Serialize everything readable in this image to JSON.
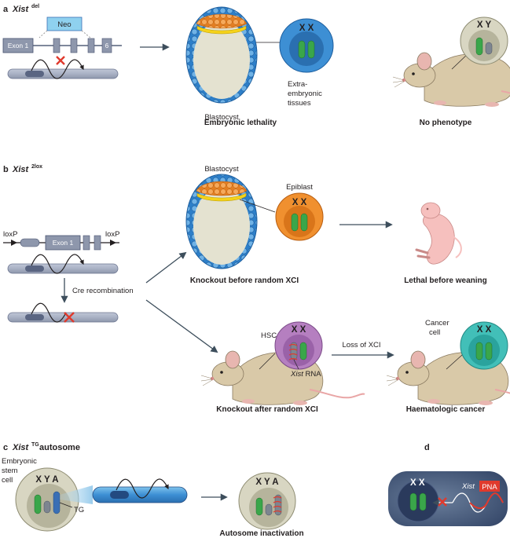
{
  "colors": {
    "chr_green": "#3aa64a",
    "chr_blue": "#3a6fb5",
    "chr_gray": "#7d8590",
    "mouse": "#d9c9a8",
    "cell_blue": "#3d8fd4",
    "cell_orange": "#f0902f",
    "cell_purple": "#b57fc0",
    "cell_teal": "#42bfb8",
    "cell_olive": "#d8d6c2",
    "red_cross": "#e03a2d",
    "arrow": "#3d4e5c"
  },
  "panel_a": {
    "letter": "a",
    "gene": "Xist",
    "gene_sup": "del",
    "neo_label": "Neo",
    "exon1_label": "Exon 1",
    "exon6_label": "6",
    "blastocyst_label": "Blastocyst",
    "extraembryonic_label": [
      "Extra-",
      "embryonic",
      "tissues"
    ],
    "cell_xx": "X X",
    "mouse_xy": "X Y",
    "caption_left": "Embryonic lethality",
    "caption_right": "No phenotype"
  },
  "panel_b": {
    "letter": "b",
    "gene": "Xist",
    "gene_sup": "2lox",
    "loxp_left": "loxP",
    "loxp_right": "loxP",
    "exon1_label": "Exon 1",
    "cre_label": "Cre recombination",
    "blastocyst_label": "Blastocyst",
    "epiblast_label": "Epiblast",
    "epiblast_xx": "X X",
    "caption_top_left": "Knockout before random XCI",
    "caption_top_right": "Lethal before weaning",
    "hsc_label": "HSC",
    "hsc_xx": "X X",
    "xist_rna_italic": "Xist",
    "xist_rna_rest": " RNA",
    "loss_label": "Loss of XCI",
    "cancer_label": [
      "Cancer",
      "cell"
    ],
    "cancer_xx": "X X",
    "caption_bottom_left": "Knockout after random XCI",
    "caption_bottom_right": "Haematologic cancer"
  },
  "panel_c": {
    "letter": "c",
    "gene": "Xist",
    "gene_sup": "TG",
    "title_rest": " autosome",
    "es_label": [
      "Embryonic",
      "stem",
      "cell"
    ],
    "cell_xya": "X Y A",
    "tg_label": "TG",
    "cell2_xya": "X Y A",
    "caption": "Autosome inactivation"
  },
  "panel_d": {
    "letter": "d",
    "cell_xx": "X X",
    "xist_label": "Xist",
    "pna_label": "PNA"
  }
}
